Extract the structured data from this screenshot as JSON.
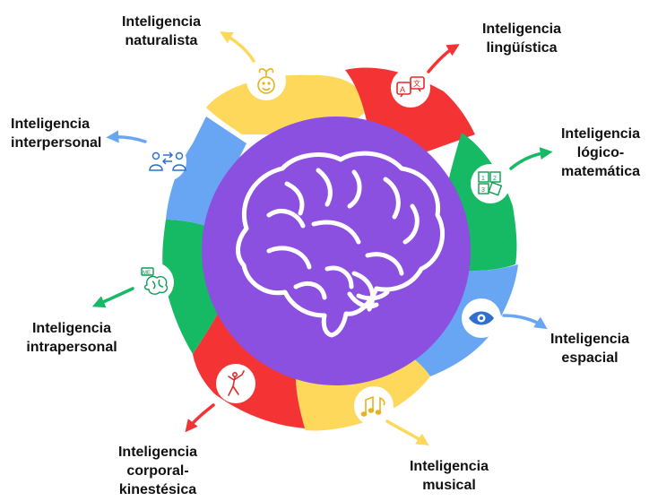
{
  "segments": [
    {
      "id": "naturalista",
      "color": "#FDD85A",
      "icon": "sprout-face-icon",
      "label_lines": [
        "Inteligencia",
        "naturalista"
      ]
    },
    {
      "id": "linguistica",
      "color": "#F43434",
      "icon": "translate-chat-icon",
      "label_lines": [
        "Inteligencia",
        "lingüística"
      ]
    },
    {
      "id": "logico_matematica",
      "color": "#16B964",
      "icon": "number-puzzle-icon",
      "label_lines": [
        "Inteligencia",
        "lógico-",
        "matemática"
      ]
    },
    {
      "id": "espacial",
      "color": "#68A6F4",
      "icon": "eye-icon",
      "label_lines": [
        "Inteligencia",
        "espacial"
      ]
    },
    {
      "id": "musical",
      "color": "#FDD85A",
      "icon": "music-notes-icon",
      "label_lines": [
        "Inteligencia",
        "musical"
      ]
    },
    {
      "id": "corporal_kinestesica",
      "color": "#F43434",
      "icon": "dancer-icon",
      "label_lines": [
        "Inteligencia",
        "corporal-",
        "kinestésica"
      ]
    },
    {
      "id": "intrapersonal",
      "color": "#16B964",
      "icon": "brain-speech-icon",
      "label_lines": [
        "Inteligencia",
        "intrapersonal"
      ]
    },
    {
      "id": "interpersonal",
      "color": "#68A6F4",
      "icon": "two-people-exchange-icon",
      "label_lines": [
        "Inteligencia",
        "interpersonal"
      ]
    }
  ],
  "center": {
    "color": "#8B50E0",
    "icon": "brain-icon"
  }
}
